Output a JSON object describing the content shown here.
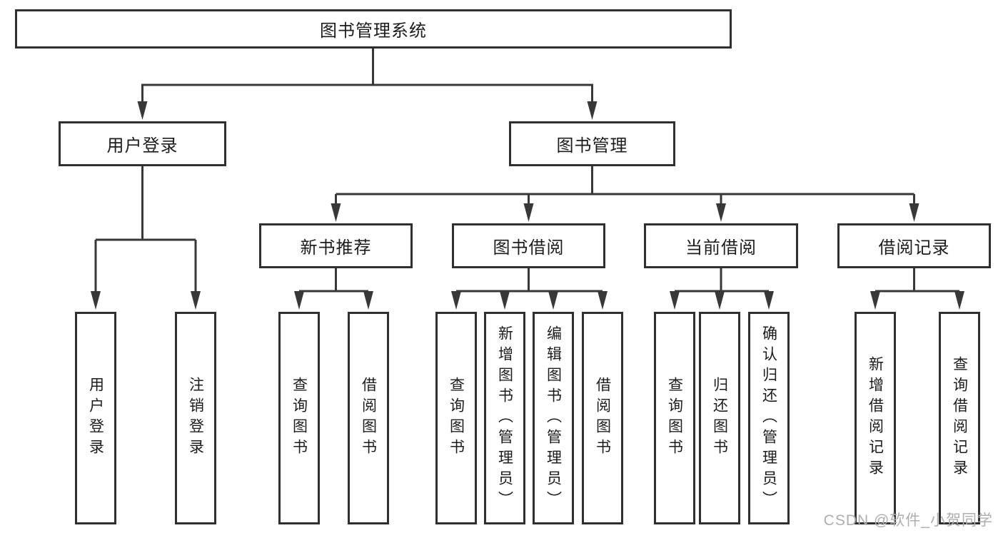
{
  "diagram": {
    "type": "hierarchy-tree",
    "colors": {
      "line": "#383838",
      "box_border": "#2f2f2f",
      "text": "#1c1c1c",
      "background": "#ffffff",
      "watermark_text": "#aeaeae"
    },
    "tree": {
      "label": "图书管理系统",
      "children": [
        {
          "label": "用户登录",
          "children": [
            {
              "label": "用户登录"
            },
            {
              "label": "注销登录"
            }
          ]
        },
        {
          "label": "图书管理",
          "children": [
            {
              "label": "新书推荐",
              "children": [
                {
                  "label": "查询图书"
                },
                {
                  "label": "借阅图书"
                }
              ]
            },
            {
              "label": "图书借阅",
              "children": [
                {
                  "label": "查询图书"
                },
                {
                  "label": "新增图书（管理员）"
                },
                {
                  "label": "编辑图书（管理员）"
                },
                {
                  "label": "借阅图书"
                }
              ]
            },
            {
              "label": "当前借阅",
              "children": [
                {
                  "label": "查询图书"
                },
                {
                  "label": "归还图书"
                },
                {
                  "label": "确认归还（管理员）"
                }
              ]
            },
            {
              "label": "借阅记录",
              "children": [
                {
                  "label": "新增借阅记录"
                },
                {
                  "label": "查询借阅记录"
                }
              ]
            }
          ]
        }
      ]
    },
    "watermark": {
      "text": "CSDN @软件_小贺同学"
    }
  }
}
